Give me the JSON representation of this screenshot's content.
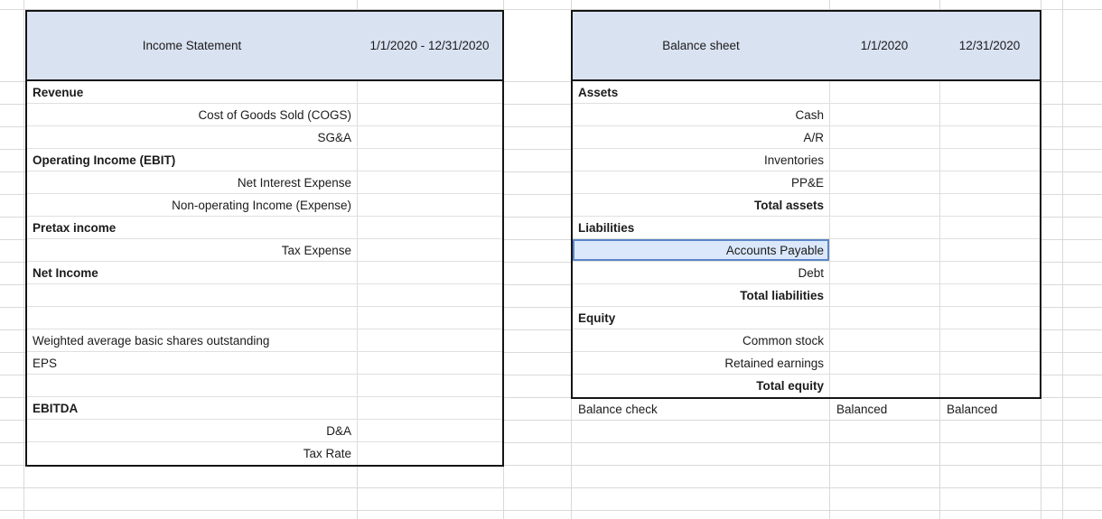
{
  "colors": {
    "header_fill": "#d9e2f1",
    "highlight_fill": "#dbe8fb",
    "highlight_border": "#5b86c6",
    "grid": "#d9d9d9"
  },
  "income_statement": {
    "title": "Income Statement",
    "period": "1/1/2020 - 12/31/2020",
    "rows": [
      {
        "label": "Revenue",
        "style": "section"
      },
      {
        "label": "Cost of Goods Sold (COGS)",
        "style": "item"
      },
      {
        "label": "SG&A",
        "style": "item"
      },
      {
        "label": "Operating Income (EBIT)",
        "style": "section"
      },
      {
        "label": "Net Interest Expense",
        "style": "item"
      },
      {
        "label": "Non-operating Income (Expense)",
        "style": "item"
      },
      {
        "label": "Pretax income",
        "style": "section"
      },
      {
        "label": "Tax Expense",
        "style": "item"
      },
      {
        "label": "Net Income",
        "style": "section"
      },
      {
        "label": "",
        "style": "blank"
      },
      {
        "label": "",
        "style": "blank"
      },
      {
        "label": "Weighted average basic shares outstanding",
        "style": "plain"
      },
      {
        "label": "EPS",
        "style": "plain"
      },
      {
        "label": "",
        "style": "blank"
      },
      {
        "label": "EBITDA",
        "style": "section"
      },
      {
        "label": "D&A",
        "style": "item"
      },
      {
        "label": "Tax Rate",
        "style": "item"
      }
    ]
  },
  "balance_sheet": {
    "title": "Balance sheet",
    "date_col_1": "1/1/2020",
    "date_col_2": "12/31/2020",
    "rows": [
      {
        "label": "Assets",
        "style": "section"
      },
      {
        "label": "Cash",
        "style": "item"
      },
      {
        "label": "A/R",
        "style": "item"
      },
      {
        "label": "Inventories",
        "style": "item"
      },
      {
        "label": "PP&E",
        "style": "item"
      },
      {
        "label": "Total assets",
        "style": "total"
      },
      {
        "label": "Liabilities",
        "style": "section"
      },
      {
        "label": "Accounts Payable",
        "style": "item",
        "highlighted": true
      },
      {
        "label": "Debt",
        "style": "item"
      },
      {
        "label": "Total liabilities",
        "style": "total"
      },
      {
        "label": "Equity",
        "style": "section"
      },
      {
        "label": "Common stock",
        "style": "item"
      },
      {
        "label": "Retained earnings",
        "style": "item"
      },
      {
        "label": "Total equity",
        "style": "total"
      }
    ]
  },
  "balance_check": {
    "label": "Balance check",
    "value_1": "Balanced",
    "value_2": "Balanced"
  }
}
